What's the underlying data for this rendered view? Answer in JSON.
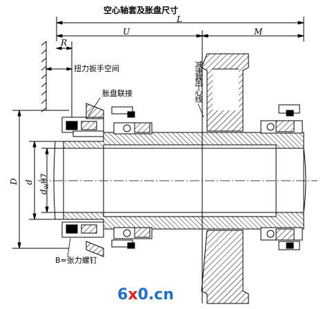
{
  "title": "空心轴套及胀盘尺寸",
  "labels": {
    "L": "L",
    "U": "U",
    "M": "M",
    "R": "R",
    "D": "D",
    "d": "d",
    "dw": "d",
    "dw_sub": "W",
    "dw_fit": "H7",
    "wrench_space": "扭力扳手空间",
    "shrink_disc_connect": "胀盘联接",
    "reducer_centerline": "减速器中心线",
    "tension_bolt": "B=张力螺钉"
  },
  "watermark": {
    "part1": "6",
    "part2": "x",
    "part3": "0",
    "part4": ".cn",
    "color_blue": "#1e6fd0",
    "color_red": "#e02020"
  },
  "colors": {
    "line": "#000000",
    "hatch": "#000000",
    "background": "#ffffff"
  }
}
